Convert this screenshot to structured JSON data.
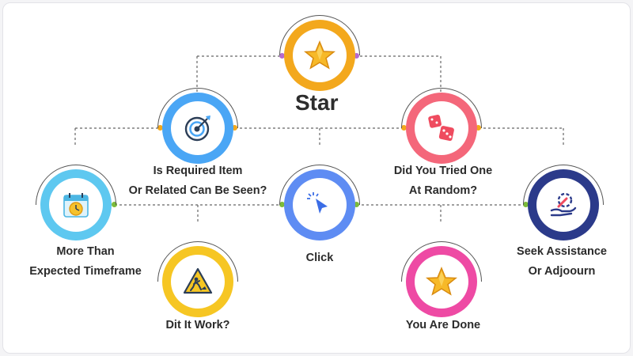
{
  "title": "Star",
  "nodes": {
    "star": {
      "color": "#f3a81d",
      "icon": "star-icon"
    },
    "required": {
      "label_1": "Is Required Item",
      "label_2": "Or Related Can Be Seen?",
      "color": "#4aa6f5",
      "icon": "target-icon"
    },
    "random": {
      "label_1": "Did You Tried One",
      "label_2": "At Random?",
      "color": "#f4677a",
      "icon": "dice-icon"
    },
    "timeframe": {
      "label_1": "More Than",
      "label_2": "Expected Timeframe",
      "color": "#5ec8f0",
      "icon": "calendar-clock-icon"
    },
    "click": {
      "label_1": "Click",
      "color": "#5e8cf3",
      "icon": "cursor-icon"
    },
    "assistance": {
      "label_1": "Seek Assistance",
      "label_2": "Or Adjoourn",
      "color": "#2b3a8a",
      "icon": "hand-wrench-icon"
    },
    "worked": {
      "label_1": "Dit It Work?",
      "color": "#f6c623",
      "icon": "construction-icon"
    },
    "done": {
      "label_1": "You Are Done",
      "color": "#ee4aa4",
      "icon": "star-icon"
    }
  }
}
